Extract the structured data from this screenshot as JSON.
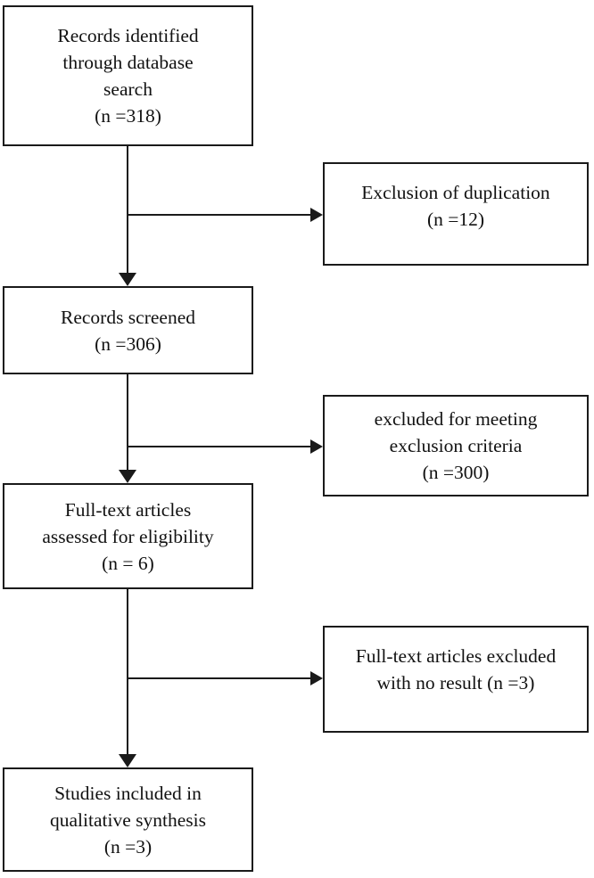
{
  "diagram_type": "prisma-flowchart",
  "boxes": {
    "identified": {
      "text": "Records identified\nthrough database\nsearch\n(n =318)"
    },
    "duplication": {
      "text": "Exclusion of duplication\n(n =12)"
    },
    "screened": {
      "text": "Records screened\n(n =306)"
    },
    "exclusion_criteria": {
      "text": "excluded for meeting\nexclusion criteria\n(n =300)"
    },
    "fulltext": {
      "text": "Full-text articles\nassessed for eligibility\n(n = 6)"
    },
    "excluded_no_result": {
      "text": "Full-text articles excluded\nwith no result (n =3)"
    },
    "included": {
      "text": "Studies included in\nqualitative synthesis\n(n =3)"
    }
  },
  "colors": {
    "line": "#1a1a1a",
    "background": "#ffffff",
    "text": "#111111"
  }
}
